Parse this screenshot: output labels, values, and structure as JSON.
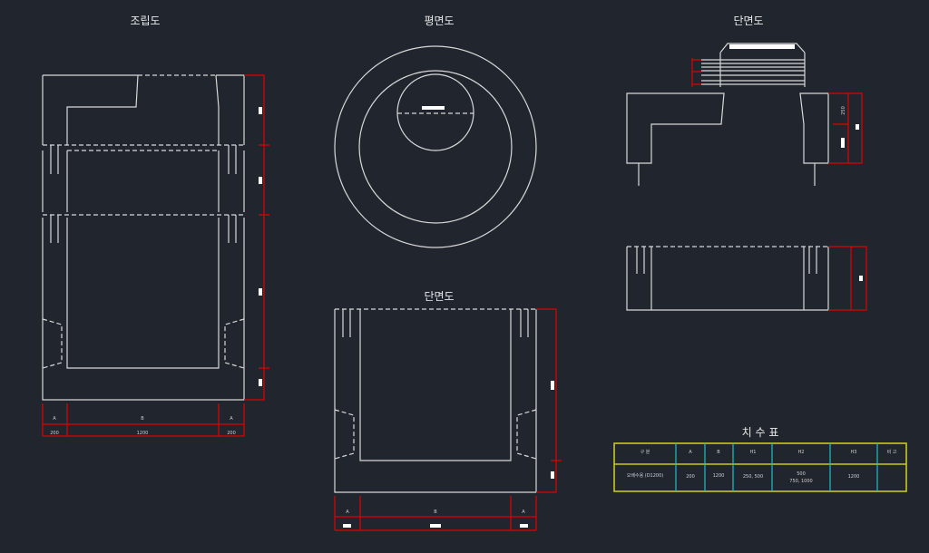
{
  "titles": {
    "assembly": "조립도",
    "plan": "평면도",
    "section_top": "단면도",
    "section_bottom": "단면도",
    "dimension_table": "치 수 표"
  },
  "dimensions": {
    "a_label": "A",
    "b_label": "B",
    "a_value": "200",
    "b_value": "1200",
    "h_label": "250"
  },
  "table": {
    "headers": [
      "구 분",
      "A",
      "B",
      "H1",
      "H2",
      "H3",
      "비 고"
    ],
    "row": {
      "name": "오배수용 (D1200)",
      "a": "200",
      "b": "1200",
      "h1": "250, 500",
      "h2_line1": "500",
      "h2_line2": "750, 1000",
      "h3": "1200",
      "note": ""
    }
  },
  "colors": {
    "background": "#21262e",
    "line": "#d8d8d8",
    "dimension": "#e00000",
    "table_border": "#c8c81e",
    "table_divider": "#1fbfbf"
  }
}
